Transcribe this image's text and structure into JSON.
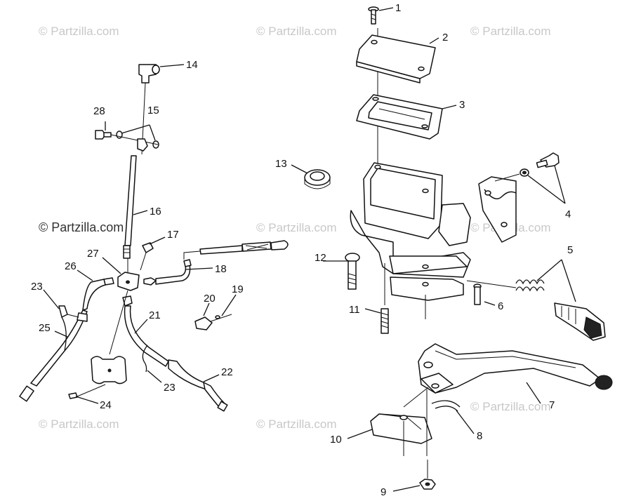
{
  "watermark": {
    "text": "© Partzilla.com",
    "color_light": "#c8c8c8",
    "color_dark": "#333333"
  },
  "callouts": {
    "c1": "1",
    "c2": "2",
    "c3": "3",
    "c4": "4",
    "c5": "5",
    "c6": "6",
    "c7": "7",
    "c8": "8",
    "c9": "9",
    "c10": "10",
    "c11": "11",
    "c12": "12",
    "c13": "13",
    "c14": "14",
    "c15": "15",
    "c16": "16",
    "c17": "17",
    "c18": "18",
    "c19": "19",
    "c20": "20",
    "c21": "21",
    "c22": "22",
    "c23a": "23",
    "c23b": "23",
    "c24": "24",
    "c25": "25",
    "c26": "26",
    "c27": "27",
    "c28": "28"
  }
}
